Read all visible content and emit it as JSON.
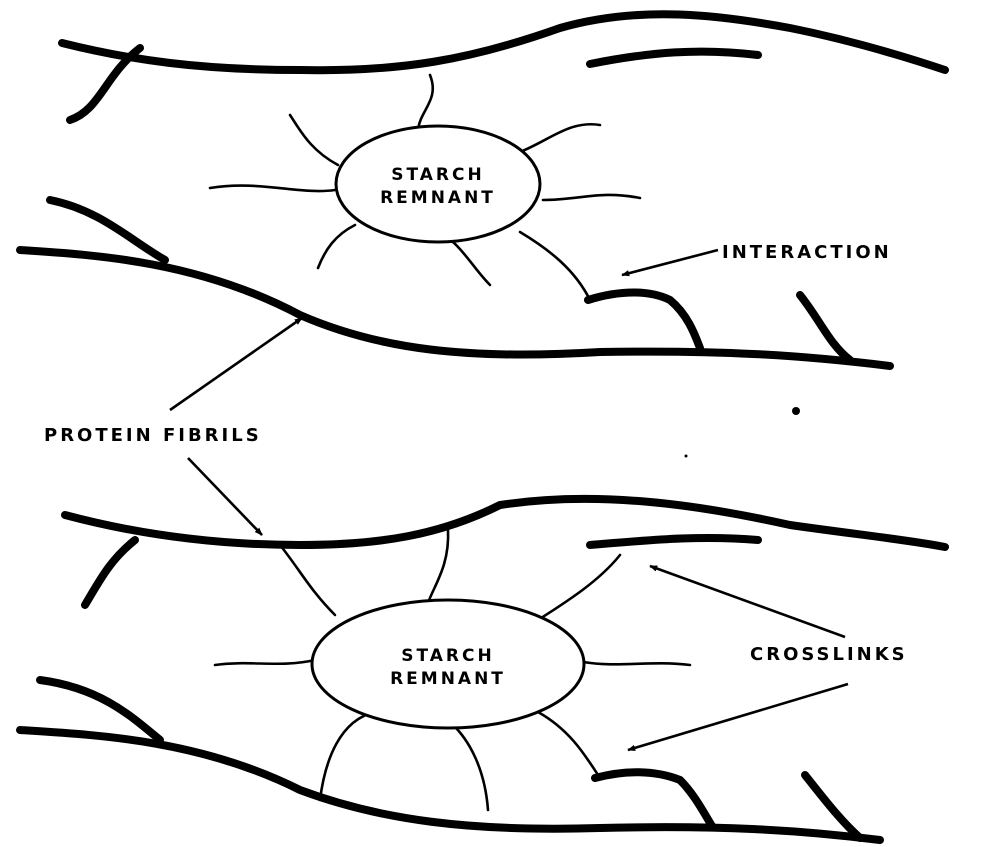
{
  "labels": {
    "starch_top": [
      "STARCH",
      "REMNANT"
    ],
    "starch_bottom": [
      "STARCH",
      "REMNANT"
    ],
    "interaction": "INTERACTION",
    "protein_fibrils": "PROTEIN FIBRILS",
    "crosslinks": "CROSSLINKS"
  }
}
